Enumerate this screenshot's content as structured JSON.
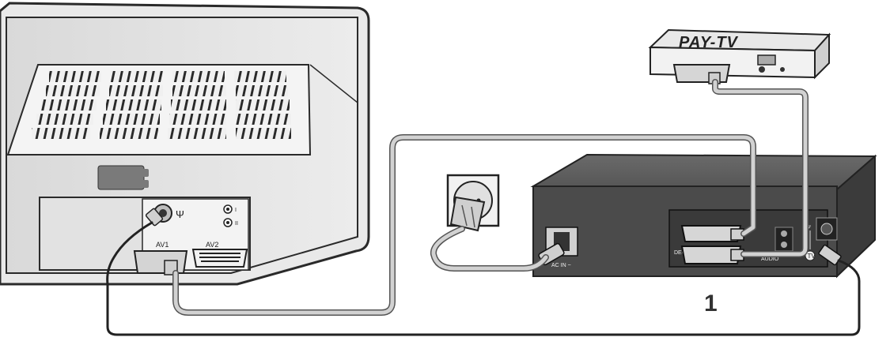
{
  "tv": {
    "port_av1": "AV1",
    "port_av2": "AV2",
    "jack_1": "I",
    "jack_2": "II"
  },
  "decoder": {
    "title": "PAY-TV"
  },
  "vcr": {
    "callout_number": "1",
    "ac_in_label": "AC IN ~",
    "port_label": "DECODER",
    "audio_label": "AUDIO",
    "tv_out_label": "TV"
  },
  "colors": {
    "cable": "#cfcfcf",
    "cable_outline": "#555555",
    "black_cable": "#222222",
    "tv_body": "#e6e6e6",
    "vcr_body": "#4a4a4a"
  }
}
